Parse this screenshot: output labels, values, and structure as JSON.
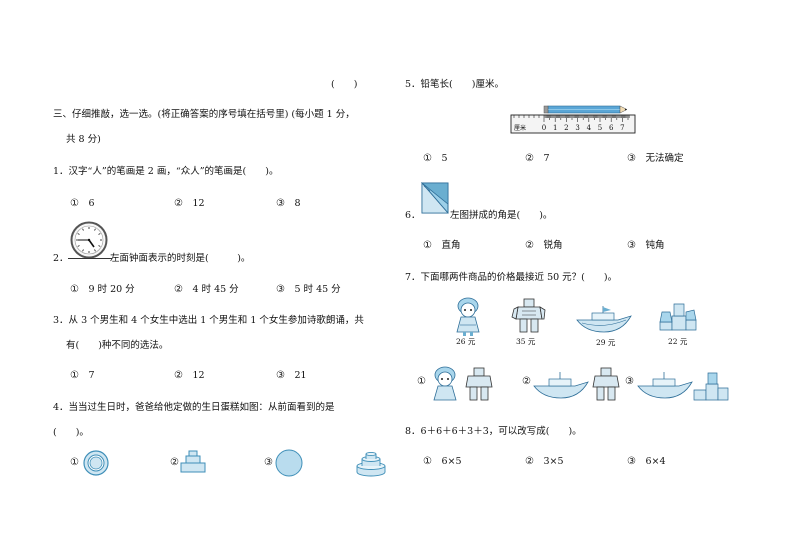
{
  "top_paren": "(　　)",
  "section3": {
    "line1": "三、仔细推敲，选一选。(将正确答案的序号填在括号里) (每小题 1 分，",
    "line2": "共 8 分)"
  },
  "q1": {
    "stem": "1．汉字“人”的笔画是 2 画，“众人”的笔画是(　　)。",
    "options": [
      {
        "mark": "①",
        "text": "6"
      },
      {
        "mark": "②",
        "text": "12"
      },
      {
        "mark": "③",
        "text": "8"
      }
    ]
  },
  "q2": {
    "num": "2．",
    "stem": "左面钟面表示的时刻是(　　　)。",
    "options": [
      {
        "mark": "①",
        "text": "9 时 20 分"
      },
      {
        "mark": "②",
        "text": "4 时 45 分"
      },
      {
        "mark": "③",
        "text": "5 时 45 分"
      }
    ]
  },
  "q3": {
    "line1": "3．从 3 个男生和 4 个女生中选出 1 个男生和 1 个女生参加诗歌朗诵，共",
    "line2": "有(　　)种不同的选法。",
    "options": [
      {
        "mark": "①",
        "text": "7"
      },
      {
        "mark": "②",
        "text": "12"
      },
      {
        "mark": "③",
        "text": "21"
      }
    ]
  },
  "q4": {
    "line1": "4．当当过生日时，爸爸给他定做的生日蛋糕如图：从前面看到的是",
    "line2": "(　　)。",
    "marks": [
      "①",
      "②",
      "③"
    ]
  },
  "q5": {
    "stem": "5．铅笔长(　　)厘米。",
    "ruler_numbers": [
      "0",
      "1",
      "2",
      "3",
      "4",
      "5",
      "6",
      "7"
    ],
    "ruler_unit": "厘米",
    "options": [
      {
        "mark": "①",
        "text": "5"
      },
      {
        "mark": "②",
        "text": "7"
      },
      {
        "mark": "③",
        "text": "无法确定"
      }
    ]
  },
  "q6": {
    "num": "6．",
    "stem": "左图拼成的角是(　　)。",
    "options": [
      {
        "mark": "①",
        "text": "直角"
      },
      {
        "mark": "②",
        "text": "锐角"
      },
      {
        "mark": "③",
        "text": "钝角"
      }
    ]
  },
  "q7": {
    "stem": "7．下面哪两件商品的价格最接近 50 元？(　　)。",
    "prices": [
      "26 元",
      "35 元",
      "29 元",
      "22 元"
    ],
    "marks": [
      "①",
      "②",
      "③"
    ]
  },
  "q8": {
    "stem": "8．6＋6＋6＋3＋3，可以改写成(　　)。",
    "options": [
      {
        "mark": "①",
        "text": "6×5"
      },
      {
        "mark": "②",
        "text": "3×5"
      },
      {
        "mark": "③",
        "text": "6×4"
      }
    ]
  },
  "colors": {
    "ink": "#111111",
    "pale_blue": "#cfe6f2",
    "mid_blue": "#6aaed0",
    "pencil_blue": "#5aa6d6",
    "ruler": "#f4f4f4"
  }
}
